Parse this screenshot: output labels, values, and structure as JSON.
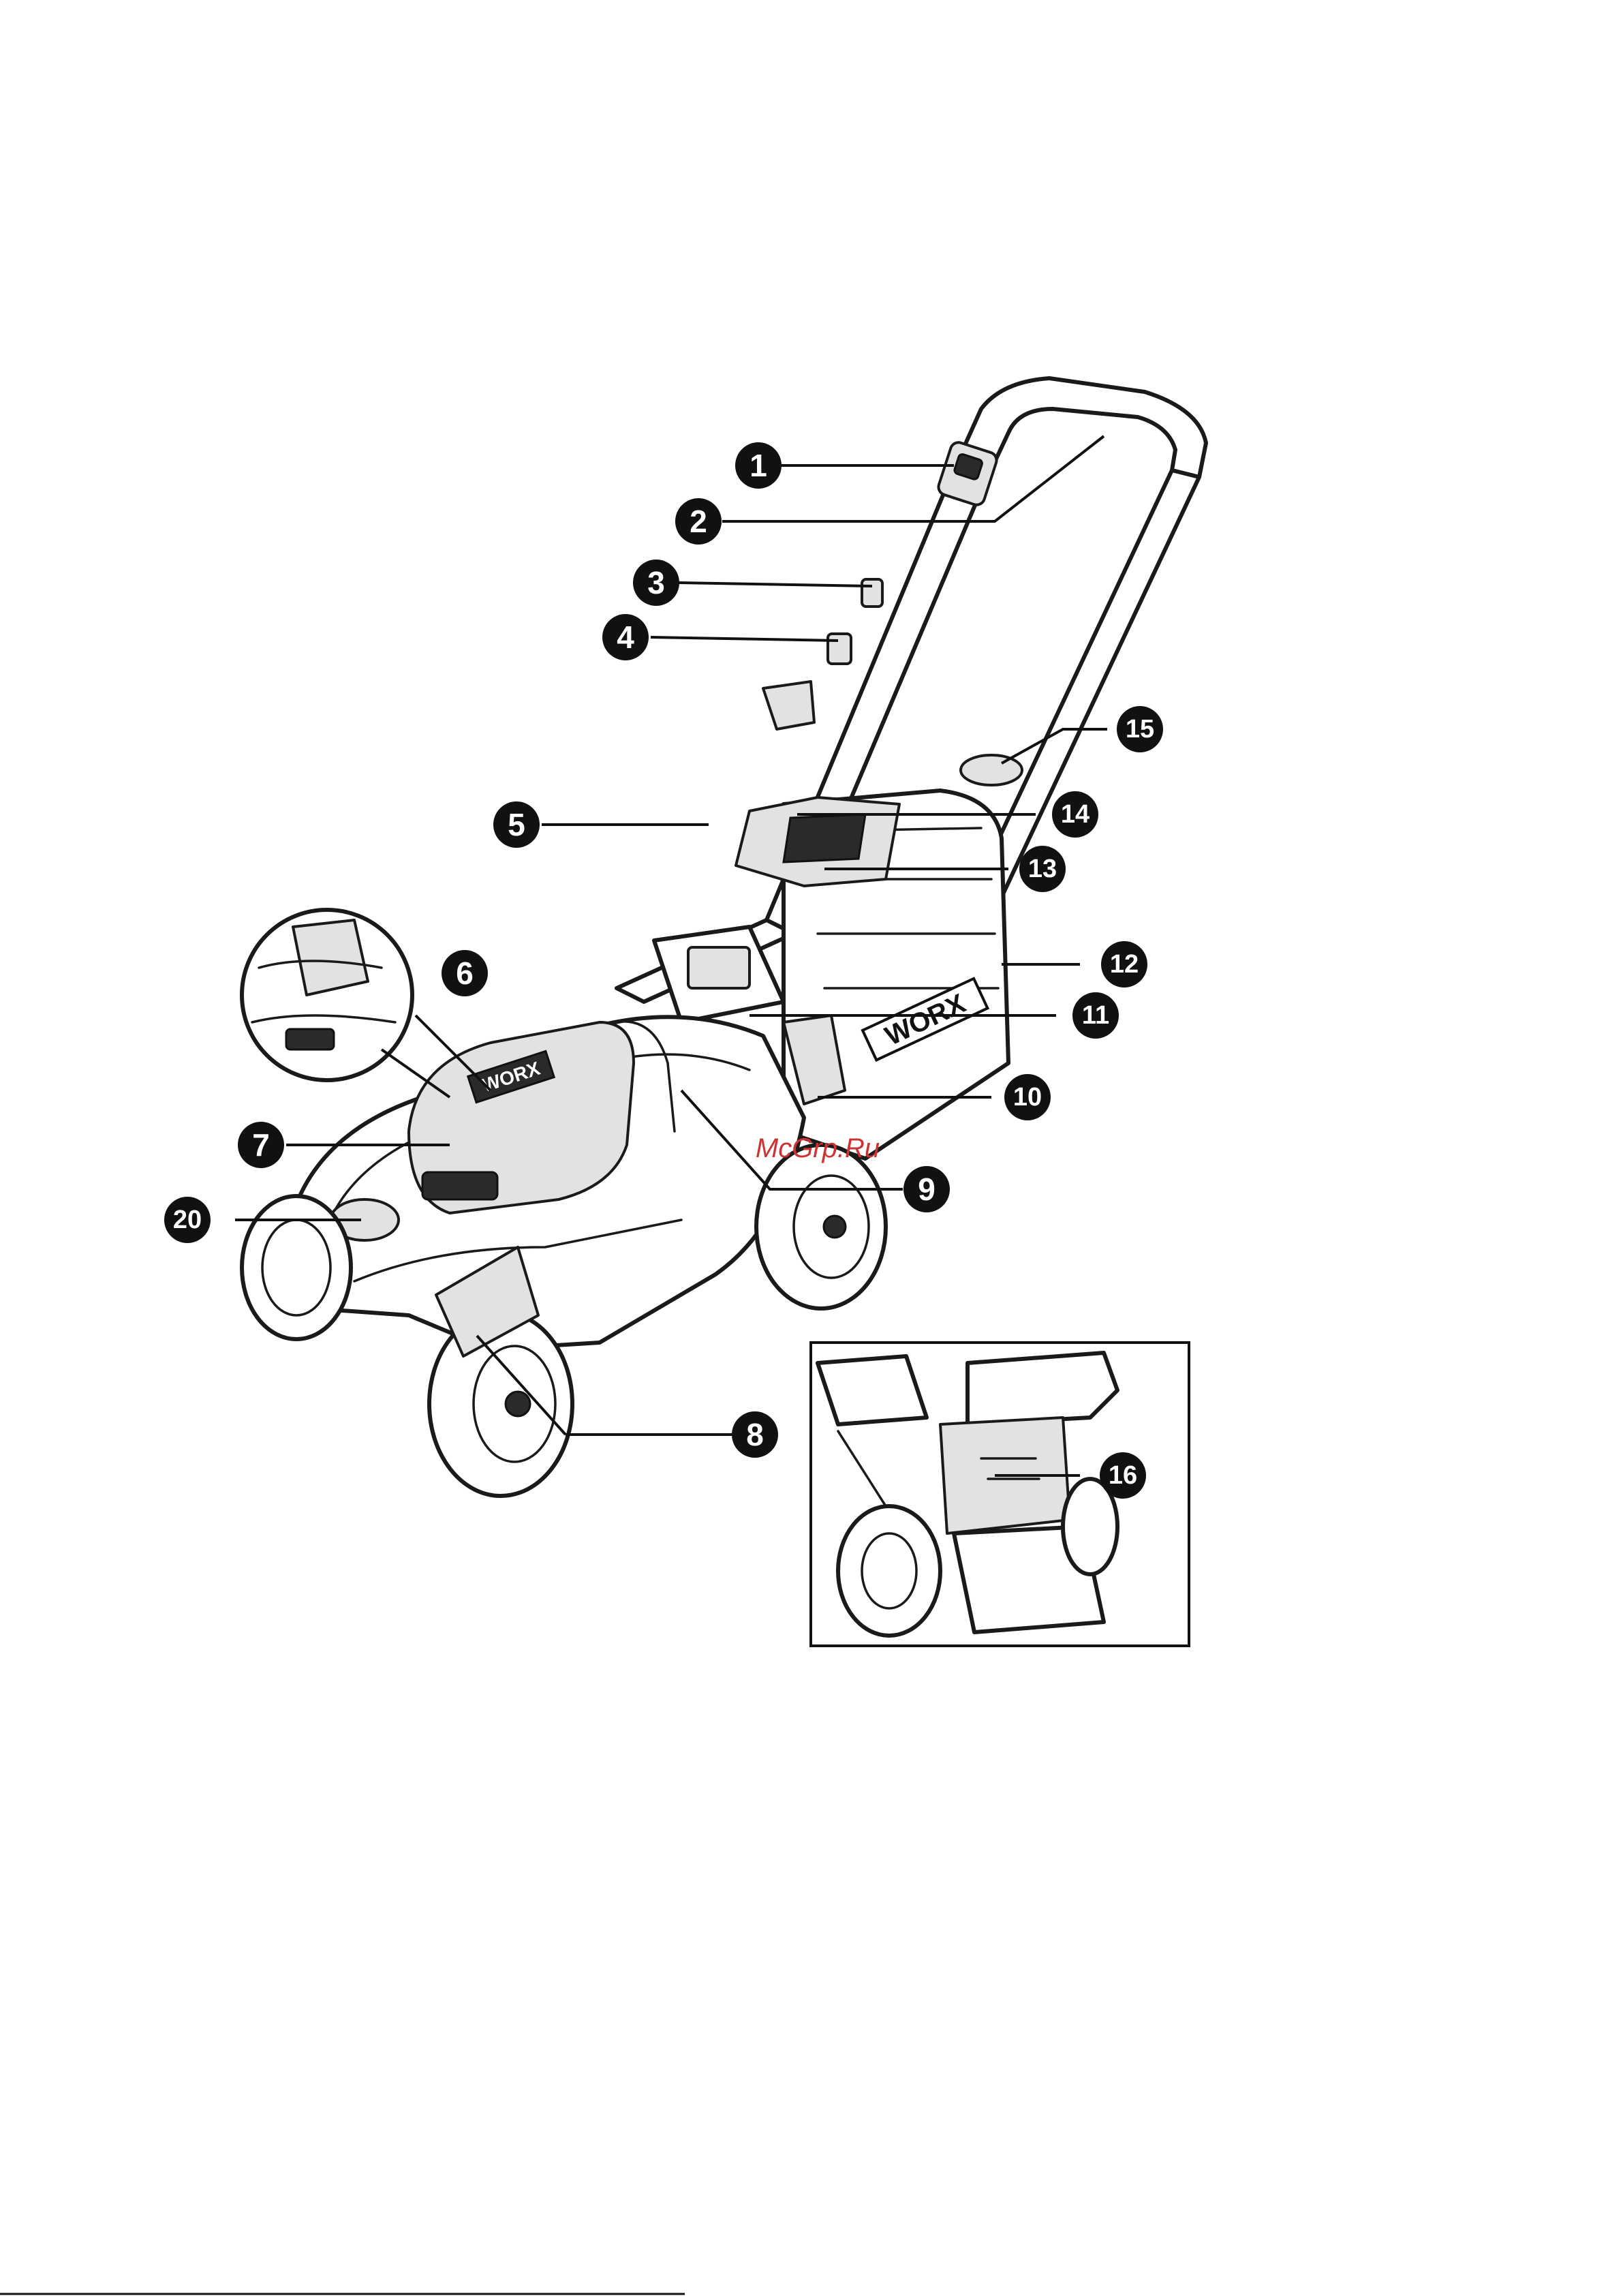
{
  "brand": "WORX",
  "watermark": "McGrp.Ru",
  "watermark_color": "#cc3333",
  "callouts": [
    "1",
    "2",
    "3",
    "4",
    "5",
    "6",
    "7",
    "8",
    "9",
    "10",
    "11",
    "12",
    "13",
    "14",
    "15",
    "16",
    "20"
  ]
}
